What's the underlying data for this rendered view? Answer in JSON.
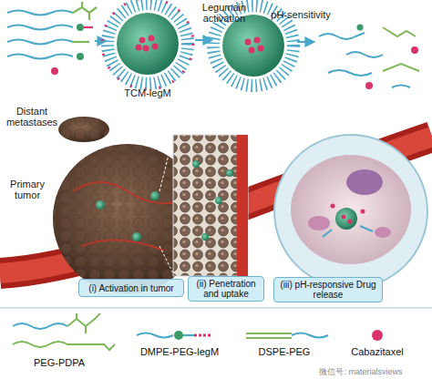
{
  "diagram": {
    "nodes": [
      {
        "text": [
          "(i) Activation in tumor"
        ]
      },
      {
        "text": [
          "(ii) Penetration and uptake"
        ]
      },
      {
        "text": [
          "(iii) pH-responsive Drug release"
        ]
      }
    ],
    "labels": [
      "Legumain activation",
      "pH-sensitivity",
      "TCM-legM",
      "Distant metastases",
      "Primary tumor",
      "微信号: materialsviews"
    ],
    "legend": [
      {
        "text": "PEG-PDPA"
      },
      {
        "text": "DMPE-PEG-legM"
      },
      {
        "text": "DSPE-PEG"
      },
      {
        "text": "Cabazitaxel"
      }
    ]
  }
}
